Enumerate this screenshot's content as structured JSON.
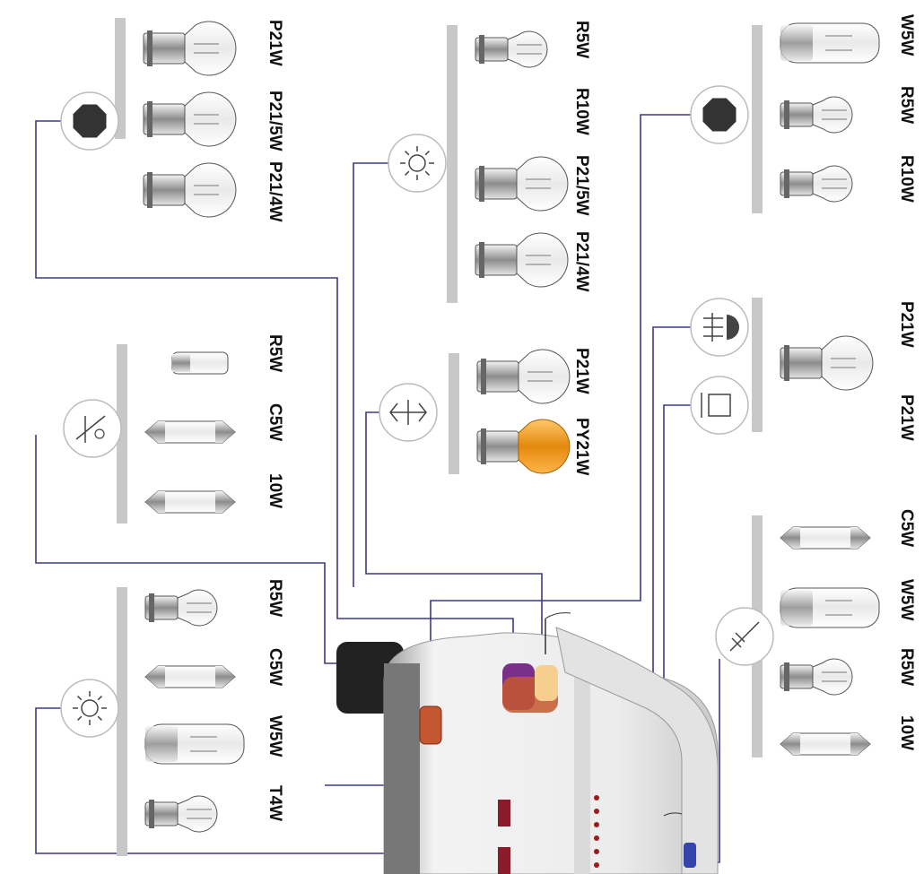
{
  "colors": {
    "connector": "#3b3a8a",
    "bracket": "#c8c8c8",
    "amber_bulb": "#f2a21e",
    "tail_light": "#c4572f",
    "brake_light": "#7a2f8a",
    "reflector": "#8b1a2a",
    "body": "#eeeeee",
    "dark": "#222222"
  },
  "groups": {
    "g1": {
      "icon": "octagon-lamp-icon",
      "labels": [
        "P21W",
        "P21/5W",
        "P21/4W"
      ]
    },
    "g2": {
      "icon": "sun-lamp-icon",
      "labels": [
        "R5W",
        "R10W",
        "P21/5W",
        "P21/4W"
      ]
    },
    "g3": {
      "icon": "octagon-lamp-icon",
      "labels": [
        "W5W",
        "R5W",
        "R10W"
      ]
    },
    "g4": {
      "icon": "interior-light-icon",
      "labels": [
        "R5W",
        "C5W",
        "10W"
      ]
    },
    "g5": {
      "icon": "turn-signal-arrow-icon",
      "labels": [
        "P21W",
        "PY21W"
      ]
    },
    "g6": {
      "icon": "fog-light-icon",
      "labels": [
        "P21W"
      ]
    },
    "g7": {
      "icon": "reverse-light-icon",
      "labels": [
        "P21W"
      ]
    },
    "g8": {
      "icon": "sun-lamp-icon",
      "labels": [
        "R5W",
        "C5W",
        "W5W",
        "T4W"
      ]
    },
    "g9": {
      "icon": "plate-light-icon",
      "labels": [
        "C5W",
        "W5W",
        "R5W",
        "10W"
      ]
    }
  }
}
